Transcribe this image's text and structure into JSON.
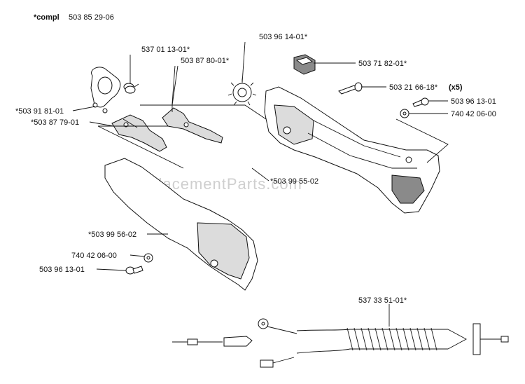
{
  "watermark": "eReplacementParts.com",
  "header": {
    "compl_prefix": "*compl",
    "compl_number": "503 85 29-06"
  },
  "labels": {
    "p537011301": "537 01 13-01*",
    "p503878001": "503 87 80-01*",
    "p503961401": "503 96 14-01*",
    "p503718201": "503 71 82-01*",
    "p503216618": "503 21 66-18*",
    "p503216618_qty": "(x5)",
    "p503961301_right": "503 96 13-01",
    "p740420600_right": "740 42 06-00",
    "p503918101": "*503 91 81-01",
    "p503877901": "*503 87 79-01",
    "p503995502": "*503 99 55-02",
    "p503995602": "*503 99 56-02",
    "p740420600_left": "740 42 06-00",
    "p503961301_left": "503 96 13-01",
    "p537335101": "537 33 51-01*"
  }
}
